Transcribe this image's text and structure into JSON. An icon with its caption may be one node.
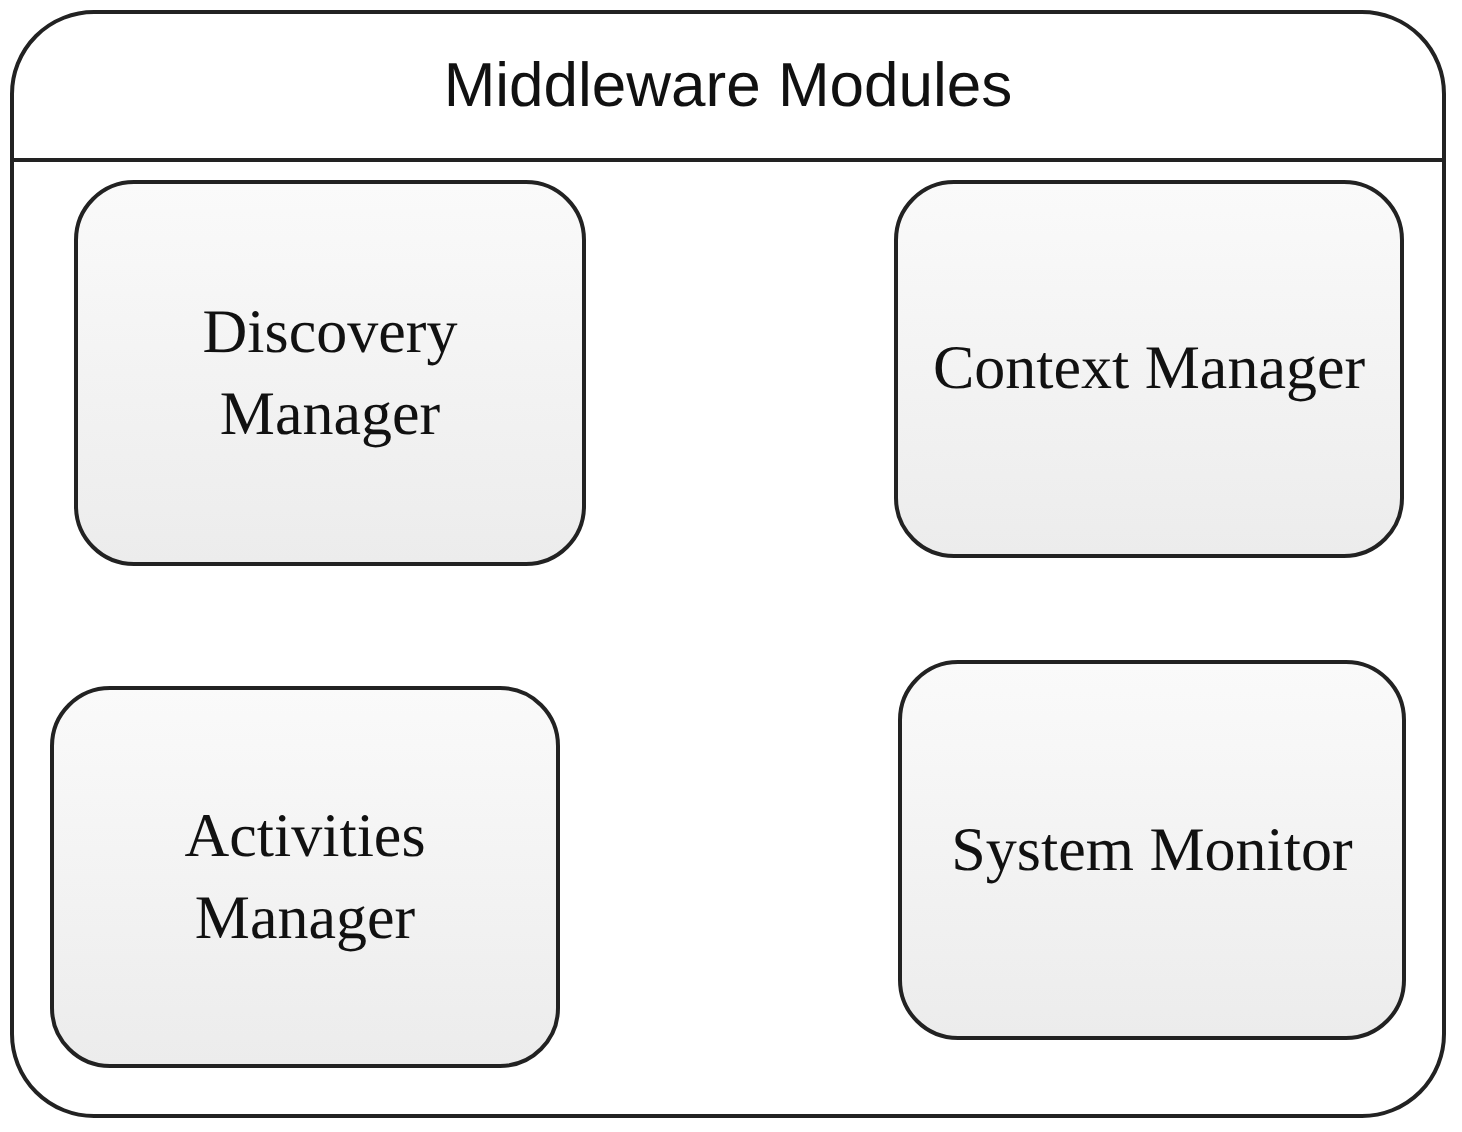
{
  "diagram": {
    "nodes": [
      {
        "text": [
          "Middleware Modules"
        ]
      },
      {
        "text": [
          "Discovery Manager"
        ],
        "in": 0
      },
      {
        "text": [
          "Context Manager"
        ],
        "in": 0
      },
      {
        "text": [
          "Activities Manager"
        ],
        "in": 0
      },
      {
        "text": [
          "System Monitor"
        ],
        "in": 0
      }
    ]
  }
}
